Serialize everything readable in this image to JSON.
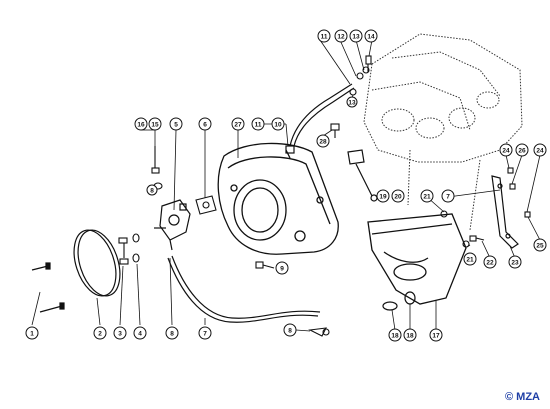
{
  "diagram": {
    "callouts": [
      {
        "label": "1"
      },
      {
        "label": "2"
      },
      {
        "label": "3"
      },
      {
        "label": "4"
      },
      {
        "label": "5"
      },
      {
        "label": "6"
      },
      {
        "label": "7"
      },
      {
        "label": "8"
      },
      {
        "label": "8"
      },
      {
        "label": "8"
      },
      {
        "label": "9"
      },
      {
        "label": "10"
      },
      {
        "label": "11"
      },
      {
        "label": "11"
      },
      {
        "label": "12"
      },
      {
        "label": "13"
      },
      {
        "label": "13"
      },
      {
        "label": "14"
      },
      {
        "label": "15"
      },
      {
        "label": "16"
      },
      {
        "label": "17"
      },
      {
        "label": "18"
      },
      {
        "label": "18"
      },
      {
        "label": "19"
      },
      {
        "label": "20"
      },
      {
        "label": "21"
      },
      {
        "label": "7"
      },
      {
        "label": "21"
      },
      {
        "label": "22"
      },
      {
        "label": "23"
      },
      {
        "label": "24"
      },
      {
        "label": "24"
      },
      {
        "label": "25"
      },
      {
        "label": "26"
      },
      {
        "label": "27"
      },
      {
        "label": "28"
      }
    ]
  },
  "copyright": "© MZA"
}
